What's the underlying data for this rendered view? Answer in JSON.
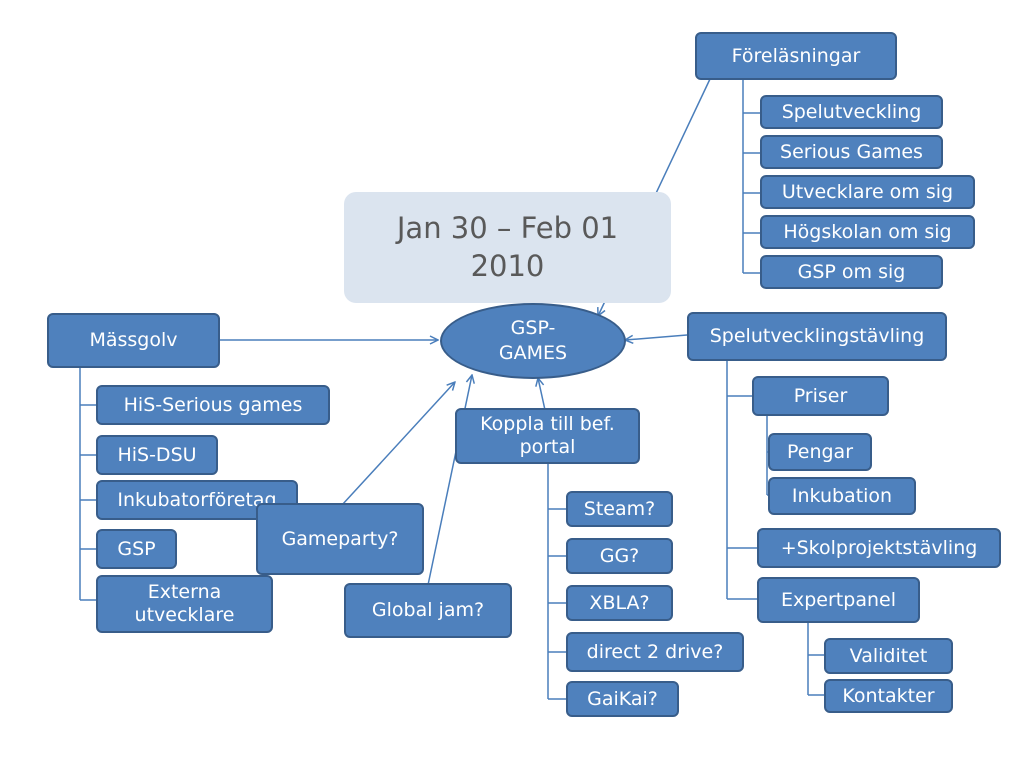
{
  "date_label": "Jan 30 – Feb 01\n2010",
  "center": "GSP-\nGAMES",
  "forelasningar": {
    "title": "Föreläsningar",
    "items": [
      "Spelutveckling",
      "Serious Games",
      "Utvecklare om sig",
      "Högskolan om sig",
      "GSP om sig"
    ]
  },
  "massgolv": {
    "title": "Mässgolv",
    "items": [
      "HiS-Serious games",
      "HiS-DSU",
      "Inkubatorföretag",
      "GSP",
      "Externa utvecklare"
    ]
  },
  "gameparty": "Gameparty?",
  "global_jam": "Global jam?",
  "koppla": {
    "title": "Koppla till bef. portal",
    "items": [
      "Steam?",
      "GG?",
      "XBLA?",
      "direct 2 drive?",
      "GaiKai?"
    ]
  },
  "tavling": {
    "title": "Spelutvecklingstävling",
    "priser": "Priser",
    "priser_items": [
      "Pengar",
      "Inkubation"
    ],
    "skolprojekt": "+Skolprojektstävling",
    "expertpanel": "Expertpanel",
    "expert_items": [
      "Validitet",
      "Kontakter"
    ]
  },
  "colors": {
    "node_fill": "#4f81bd",
    "node_border": "#385d8a",
    "line": "#4a7ebb",
    "date_fill": "#dbe4ef"
  }
}
